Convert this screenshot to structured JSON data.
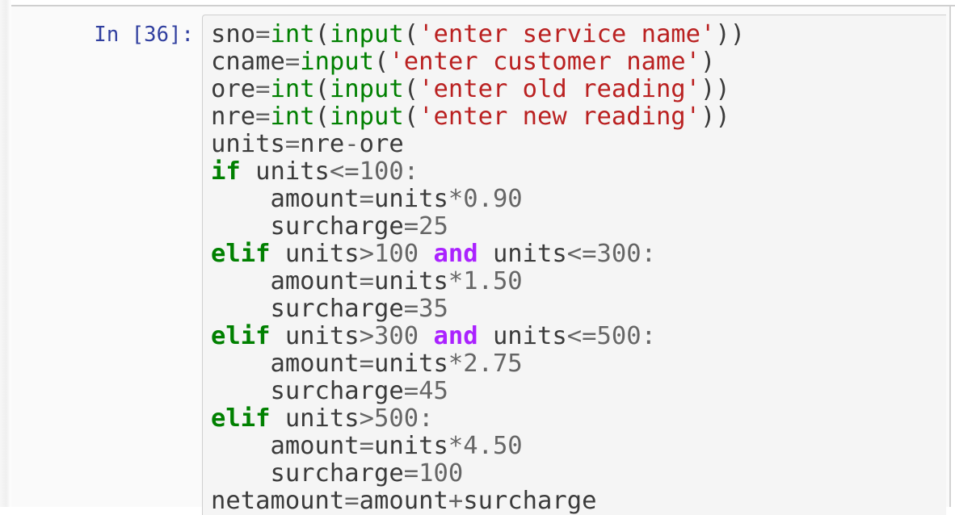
{
  "window": {
    "app": "Jupyter Notebook",
    "cell_type": "code"
  },
  "colors": {
    "prompt": "#303F9F",
    "keyword": "#008000",
    "operator_word": "#AA22FF",
    "builtin": "#008000",
    "string": "#BA2121",
    "number": "#666666",
    "operator": "#666666",
    "text": "#3b3b3b",
    "cell_background": "#f5f5f5",
    "cell_border": "#cfcfcf",
    "page_background": "#fafafa"
  },
  "cell": {
    "prompt": "In [36]:",
    "execution_count": 36,
    "source": "sno=int(input('enter service name'))\ncname=input('enter customer name')\nore=int(input('enter old reading'))\nnre=int(input('enter new reading'))\nunits=nre-ore\nif units<=100:\n    amount=units*0.90\n    surcharge=25\nelif units>100 and units<=300:\n    amount=units*1.50\n    surcharge=35\nelif units>300 and units<=500:\n    amount=units*2.75\n    surcharge=45\nelif units>500:\n    amount=units*4.50\n    surcharge=100\nnetamount=amount+surcharge",
    "lines": [
      {
        "n": 1,
        "text": "sno=int(input('enter service name'))",
        "tokens": [
          {
            "t": "sno",
            "k": "name"
          },
          {
            "t": "=",
            "k": "op"
          },
          {
            "t": "int",
            "k": "bi"
          },
          {
            "t": "(",
            "k": "pun"
          },
          {
            "t": "input",
            "k": "bi"
          },
          {
            "t": "(",
            "k": "pun"
          },
          {
            "t": "'enter service name'",
            "k": "str"
          },
          {
            "t": "))",
            "k": "pun"
          }
        ]
      },
      {
        "n": 2,
        "text": "cname=input('enter customer name')",
        "tokens": [
          {
            "t": "cname",
            "k": "name"
          },
          {
            "t": "=",
            "k": "op"
          },
          {
            "t": "input",
            "k": "bi"
          },
          {
            "t": "(",
            "k": "pun"
          },
          {
            "t": "'enter customer name'",
            "k": "str"
          },
          {
            "t": ")",
            "k": "pun"
          }
        ]
      },
      {
        "n": 3,
        "text": "ore=int(input('enter old reading'))",
        "tokens": [
          {
            "t": "ore",
            "k": "name"
          },
          {
            "t": "=",
            "k": "op"
          },
          {
            "t": "int",
            "k": "bi"
          },
          {
            "t": "(",
            "k": "pun"
          },
          {
            "t": "input",
            "k": "bi"
          },
          {
            "t": "(",
            "k": "pun"
          },
          {
            "t": "'enter old reading'",
            "k": "str"
          },
          {
            "t": "))",
            "k": "pun"
          }
        ]
      },
      {
        "n": 4,
        "text": "nre=int(input('enter new reading'))",
        "tokens": [
          {
            "t": "nre",
            "k": "name"
          },
          {
            "t": "=",
            "k": "op"
          },
          {
            "t": "int",
            "k": "bi"
          },
          {
            "t": "(",
            "k": "pun"
          },
          {
            "t": "input",
            "k": "bi"
          },
          {
            "t": "(",
            "k": "pun"
          },
          {
            "t": "'enter new reading'",
            "k": "str"
          },
          {
            "t": "))",
            "k": "pun"
          }
        ]
      },
      {
        "n": 5,
        "text": "units=nre-ore",
        "tokens": [
          {
            "t": "units",
            "k": "name"
          },
          {
            "t": "=",
            "k": "op"
          },
          {
            "t": "nre",
            "k": "name"
          },
          {
            "t": "-",
            "k": "op"
          },
          {
            "t": "ore",
            "k": "name"
          }
        ]
      },
      {
        "n": 6,
        "text": "if units<=100:",
        "tokens": [
          {
            "t": "if",
            "k": "kw"
          },
          {
            "t": " units",
            "k": "name"
          },
          {
            "t": "<=",
            "k": "op"
          },
          {
            "t": "100",
            "k": "num"
          },
          {
            "t": ":",
            "k": "op"
          }
        ]
      },
      {
        "n": 7,
        "text": "    amount=units*0.90",
        "tokens": [
          {
            "t": "    amount",
            "k": "name"
          },
          {
            "t": "=",
            "k": "op"
          },
          {
            "t": "units",
            "k": "name"
          },
          {
            "t": "*",
            "k": "op"
          },
          {
            "t": "0.90",
            "k": "num"
          }
        ]
      },
      {
        "n": 8,
        "text": "    surcharge=25",
        "tokens": [
          {
            "t": "    surcharge",
            "k": "name"
          },
          {
            "t": "=",
            "k": "op"
          },
          {
            "t": "25",
            "k": "num"
          }
        ]
      },
      {
        "n": 9,
        "text": "elif units>100 and units<=300:",
        "tokens": [
          {
            "t": "elif",
            "k": "kw"
          },
          {
            "t": " units",
            "k": "name"
          },
          {
            "t": ">",
            "k": "op"
          },
          {
            "t": "100",
            "k": "num"
          },
          {
            "t": " ",
            "k": "name"
          },
          {
            "t": "and",
            "k": "opkw"
          },
          {
            "t": " units",
            "k": "name"
          },
          {
            "t": "<=",
            "k": "op"
          },
          {
            "t": "300",
            "k": "num"
          },
          {
            "t": ":",
            "k": "op"
          }
        ]
      },
      {
        "n": 10,
        "text": "    amount=units*1.50",
        "tokens": [
          {
            "t": "    amount",
            "k": "name"
          },
          {
            "t": "=",
            "k": "op"
          },
          {
            "t": "units",
            "k": "name"
          },
          {
            "t": "*",
            "k": "op"
          },
          {
            "t": "1.50",
            "k": "num"
          }
        ]
      },
      {
        "n": 11,
        "text": "    surcharge=35",
        "tokens": [
          {
            "t": "    surcharge",
            "k": "name"
          },
          {
            "t": "=",
            "k": "op"
          },
          {
            "t": "35",
            "k": "num"
          }
        ]
      },
      {
        "n": 12,
        "text": "elif units>300 and units<=500:",
        "tokens": [
          {
            "t": "elif",
            "k": "kw"
          },
          {
            "t": " units",
            "k": "name"
          },
          {
            "t": ">",
            "k": "op"
          },
          {
            "t": "300",
            "k": "num"
          },
          {
            "t": " ",
            "k": "name"
          },
          {
            "t": "and",
            "k": "opkw"
          },
          {
            "t": " units",
            "k": "name"
          },
          {
            "t": "<=",
            "k": "op"
          },
          {
            "t": "500",
            "k": "num"
          },
          {
            "t": ":",
            "k": "op"
          }
        ]
      },
      {
        "n": 13,
        "text": "    amount=units*2.75",
        "tokens": [
          {
            "t": "    amount",
            "k": "name"
          },
          {
            "t": "=",
            "k": "op"
          },
          {
            "t": "units",
            "k": "name"
          },
          {
            "t": "*",
            "k": "op"
          },
          {
            "t": "2.75",
            "k": "num"
          }
        ]
      },
      {
        "n": 14,
        "text": "    surcharge=45",
        "tokens": [
          {
            "t": "    surcharge",
            "k": "name"
          },
          {
            "t": "=",
            "k": "op"
          },
          {
            "t": "45",
            "k": "num"
          }
        ]
      },
      {
        "n": 15,
        "text": "elif units>500:",
        "tokens": [
          {
            "t": "elif",
            "k": "kw"
          },
          {
            "t": " units",
            "k": "name"
          },
          {
            "t": ">",
            "k": "op"
          },
          {
            "t": "500",
            "k": "num"
          },
          {
            "t": ":",
            "k": "op"
          }
        ]
      },
      {
        "n": 16,
        "text": "    amount=units*4.50",
        "tokens": [
          {
            "t": "    amount",
            "k": "name"
          },
          {
            "t": "=",
            "k": "op"
          },
          {
            "t": "units",
            "k": "name"
          },
          {
            "t": "*",
            "k": "op"
          },
          {
            "t": "4.50",
            "k": "num"
          }
        ]
      },
      {
        "n": 17,
        "text": "    surcharge=100",
        "tokens": [
          {
            "t": "    surcharge",
            "k": "name"
          },
          {
            "t": "=",
            "k": "op"
          },
          {
            "t": "100",
            "k": "num"
          }
        ]
      },
      {
        "n": 18,
        "text": "netamount=amount+surcharge",
        "tokens": [
          {
            "t": "netamount",
            "k": "name"
          },
          {
            "t": "=",
            "k": "op"
          },
          {
            "t": "amount",
            "k": "name"
          },
          {
            "t": "+",
            "k": "op"
          },
          {
            "t": "surcharge",
            "k": "name"
          }
        ]
      }
    ]
  }
}
